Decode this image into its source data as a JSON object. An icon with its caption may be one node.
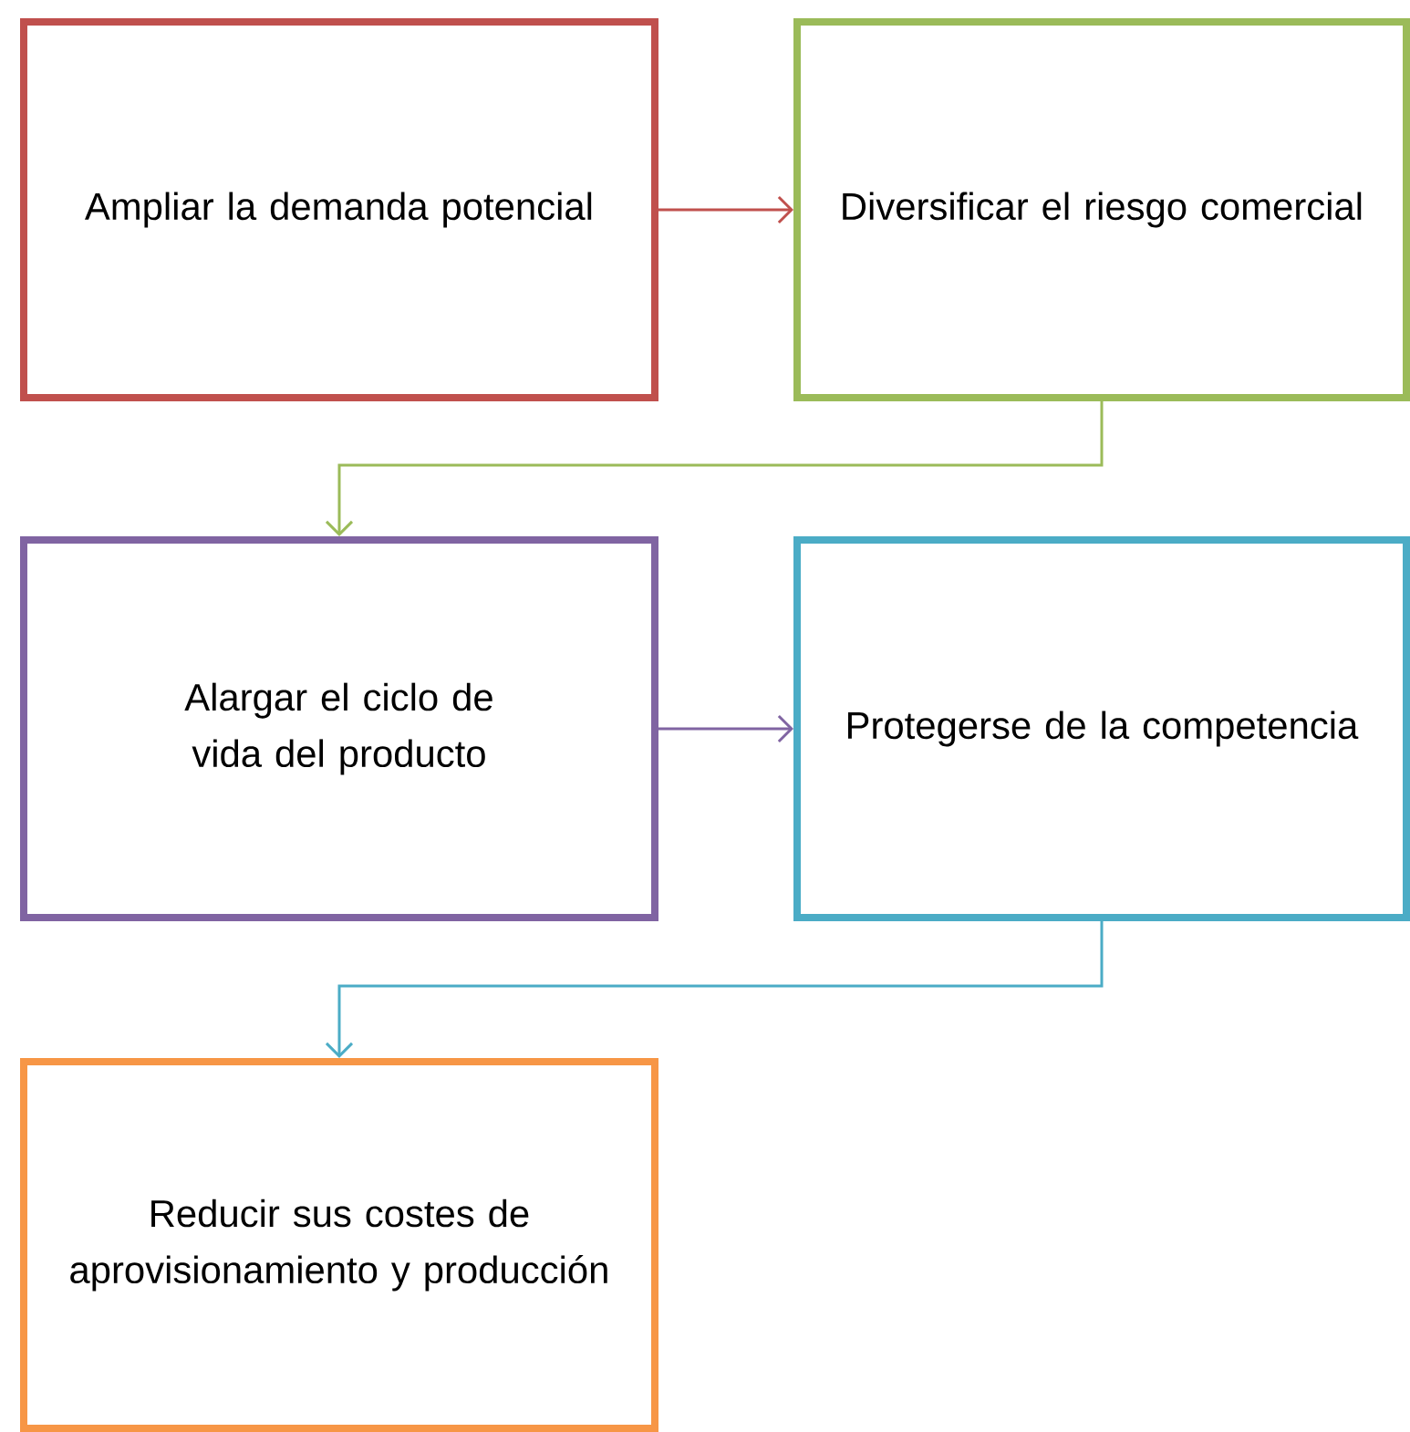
{
  "diagram": {
    "nodes": [
      {
        "text": [
          "Ampliar la demanda potencial"
        ]
      },
      {
        "text": [
          "Diversificar el riesgo comercial"
        ]
      },
      {
        "text": [
          "Alargar el ciclo de vida del producto"
        ]
      },
      {
        "text": [
          "Protegerse de la competencia"
        ]
      },
      {
        "text": [
          "Reducir sus costes de aprovisionamiento y producción"
        ]
      }
    ],
    "edges": [
      {
        "from": 0,
        "to": 1,
        "arrow": "to",
        "color": "#c0504d"
      },
      {
        "from": 1,
        "to": 2,
        "arrow": "to",
        "color": "#9bbb59"
      },
      {
        "from": 2,
        "to": 3,
        "arrow": "to",
        "color": "#8064a2"
      },
      {
        "from": 3,
        "to": 4,
        "arrow": "to",
        "color": "#4bacc6"
      }
    ]
  }
}
